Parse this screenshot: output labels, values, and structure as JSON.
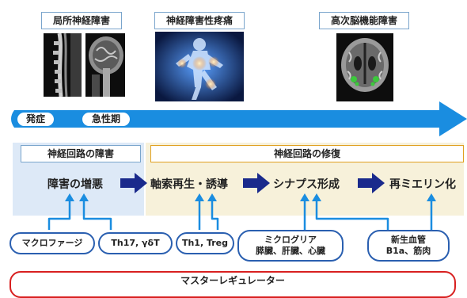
{
  "top_labels": {
    "local": "局所神経障害",
    "pain": "神経障害性疼痛",
    "higher": "高次脳機能障害"
  },
  "timeline": {
    "onset": "発症",
    "acute": "急性期"
  },
  "sections": {
    "disorder": "神経回路の障害",
    "repair": "神経回路の修復"
  },
  "stages": {
    "worsening": "障害の増悪",
    "axon": "軸索再生・誘導",
    "synapse": "シナプス形成",
    "remyelination": "再ミエリン化"
  },
  "factors": {
    "macrophage": "マクロファージ",
    "th17": "Th17, γδT",
    "th1": "Th1, Treg",
    "microglia_line1": "ミクログリア",
    "microglia_line2": "膵臓、肝臓、心臓",
    "vessel_line1": "新生血管",
    "vessel_line2": "B1a、筋肉"
  },
  "master": "マスターレギュレーター",
  "colors": {
    "timeline_blue": "#1a8de0",
    "arrow_navy": "#1a2a8c",
    "left_panel": "#dde9f7",
    "right_panel": "#f7f1da",
    "accent_orange": "#e0a020",
    "master_red": "#d82020"
  },
  "icons": {
    "spine_image": "mri-spine-image",
    "brain_sagittal_image": "mri-brain-sagittal-image",
    "pain_image": "pain-figure-image",
    "brain_coronal_image": "mri-brain-coronal-image"
  }
}
